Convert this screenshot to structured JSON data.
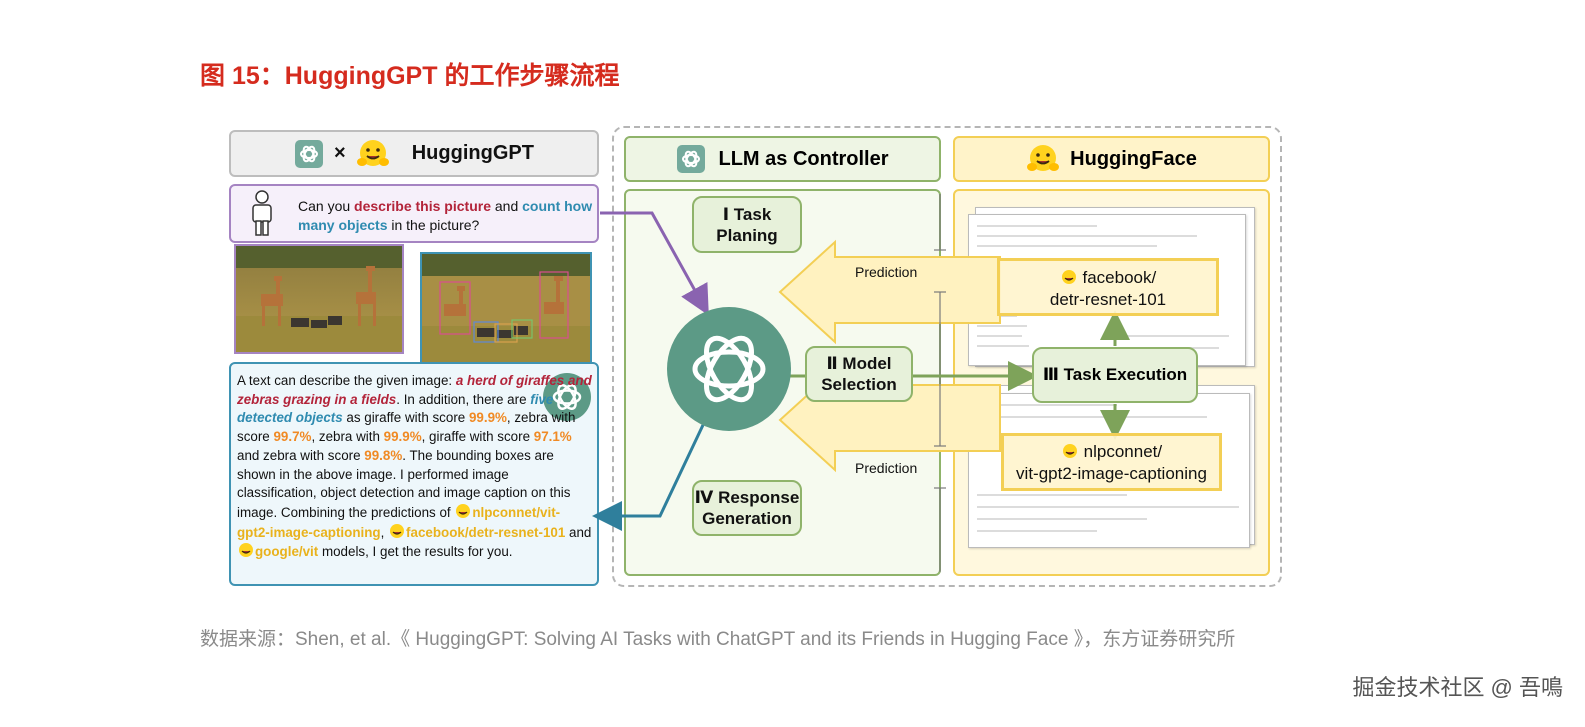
{
  "figure_title": "图 15：HuggingGPT 的工作步骤流程",
  "header_left": {
    "x_sign": "×",
    "label": "HuggingGPT"
  },
  "header_llm": {
    "label": "LLM as Controller"
  },
  "header_hf": {
    "label": "HuggingFace"
  },
  "user_query": {
    "p1": "Can you ",
    "p2": "describe this picture",
    "p3": " and ",
    "p4": "count how many objects",
    "p5": " in the picture?"
  },
  "answer": {
    "a1": "A text can describe the given image: ",
    "a2": "a herd of giraffes and zebras grazing in a fields",
    "a3": ". In addition, there are ",
    "a4": "five detected objects",
    "a5": " as giraffe with score ",
    "s1": "99.9%",
    "a6": ", zebra with score ",
    "s2": "99.7%",
    "a7": ", zebra with ",
    "s3": "99.9%",
    "a8": ",  giraffe with score ",
    "s4": "97.1%",
    "a9": " and zebra with score ",
    "s5": "99.8%",
    "a10": ". The bounding boxes are shown in the above image. I performed image classification, object detection and image caption on this image. Combining the predictions of ",
    "m1": "nlpconnet/vit-gpt2-image-captioning",
    "a11": ", ",
    "m2": "facebook/detr-resnet-101",
    "a12": " and ",
    "m3": "google/vit",
    "a13": " models, I get the results for you."
  },
  "steps": {
    "task_planning_num": "Ⅰ",
    "task_planning": "Task Planing",
    "model_selection_num": "Ⅱ",
    "model_selection": "Model Selection",
    "task_execution_num": "Ⅲ",
    "task_execution": "Task Execution",
    "response_num": "Ⅳ",
    "response": "Response Generation"
  },
  "prediction_label": "Prediction",
  "models": {
    "detr_line1": "facebook/",
    "detr_line2": "detr-resnet-101",
    "vit_line1": "nlpconnet/",
    "vit_line2": "vit-gpt2-image-captioning"
  },
  "source_text": "数据来源：Shen, et al.《 HuggingGPT: Solving AI Tasks with ChatGPT and its Friends in Hugging Face 》，东方证券研究所",
  "watermark": "掘金技术社区 @ 吾鳴",
  "colors": {
    "title_red": "#d52b1e",
    "controller_green": "#8fb36a",
    "huggingface_yellow": "#f3cf55",
    "openai_teal": "#5c9a86",
    "user_purple": "#a584c2",
    "answer_blue": "#3f93b3"
  },
  "icons": [
    "openai-logo-icon",
    "hugging-face-emoji-icon",
    "user-silhouette-icon"
  ]
}
